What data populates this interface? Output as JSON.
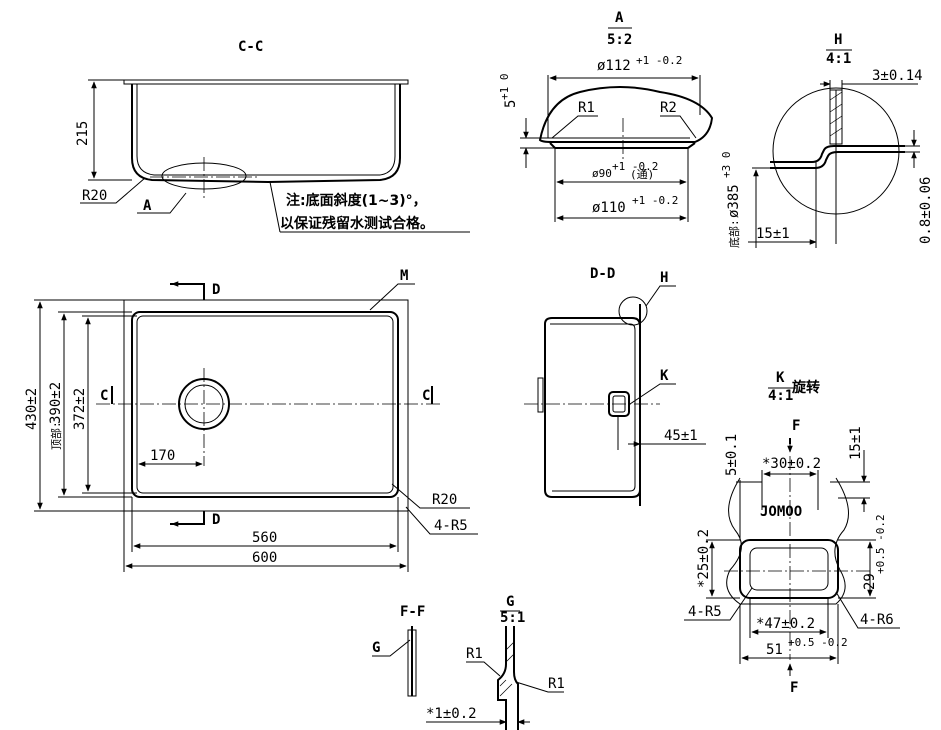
{
  "views": {
    "cc": {
      "title": "C-C",
      "dim_height": "215",
      "radius": "R20",
      "detail_ref": "A",
      "note_line1": "注:底面斜度(1~3)°，",
      "note_line2": "以保证残留水测试合格。"
    },
    "a": {
      "title": "A",
      "scale": "5:2",
      "dim_top": "ø112",
      "dim_top_tol": "+1 -0.2",
      "dim_depth": "5",
      "dim_depth_tol": "+1 0",
      "r1": "R1",
      "r2": "R2",
      "dim_drain": "ø90",
      "dim_drain_tol": "+1 -0.2",
      "dim_drain_note": "(通)",
      "dim_bottom": "ø110",
      "dim_bottom_tol": "+1 -0.2"
    },
    "h": {
      "title": "H",
      "scale": "4:1",
      "dim_top": "3±0.14",
      "dim_base_prefix": "底部:",
      "dim_base": "ø385",
      "dim_base_tol": "+3 0",
      "dim_right": "0.8±0.06",
      "dim_bottom": "15±1"
    },
    "plan": {
      "sec_d": "D",
      "sec_c": "C",
      "m_ref": "M",
      "dim_outer_h": "430±2",
      "dim_top_prefix": "顶部:",
      "dim_top_h": "390±2",
      "dim_inner_h": "372±2",
      "dim_170": "170",
      "radius": "R20",
      "corner": "4-R5",
      "dim_560": "560",
      "dim_600": "600"
    },
    "dd": {
      "title": "D-D",
      "h_ref": "H",
      "k_ref": "K",
      "dim": "45±1"
    },
    "k": {
      "title": "K",
      "scale": "4:1",
      "rotate": "旋转",
      "sec_f": "F",
      "dim_5": "5±0.1",
      "dim_30": "*30±0.2",
      "dim_15": "15±1",
      "logo": "JOMOO",
      "dim_25": "*25±0.2",
      "dim_29": "29",
      "dim_29_tol": "+0.5 -0.2",
      "corner_r5": "4-R5",
      "dim_47": "*47±0.2",
      "corner_r6": "4-R6",
      "dim_51": "51",
      "dim_51_tol": "+0.5 -0.2"
    },
    "ff": {
      "title": "F-F",
      "g_ref": "G"
    },
    "g": {
      "title": "G",
      "scale": "5:1",
      "r1a": "R1",
      "r1b": "R1",
      "dim": "*1±0.2"
    }
  }
}
